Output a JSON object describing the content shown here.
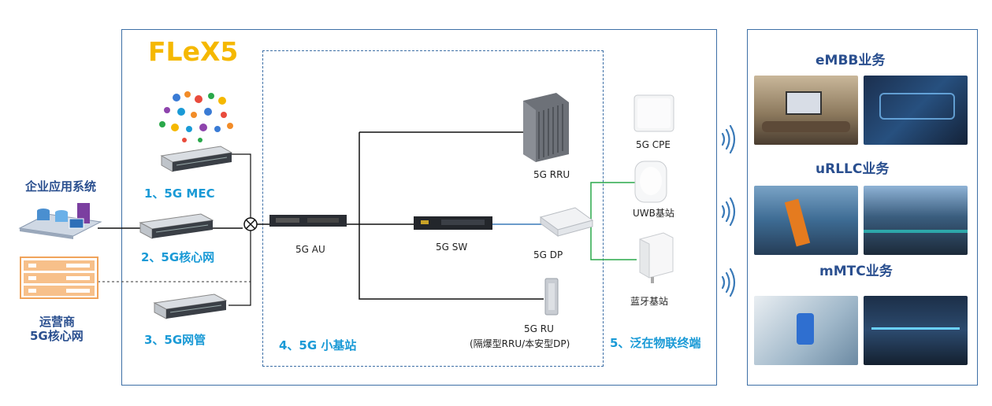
{
  "title": "FLeX5",
  "left": {
    "enterprise": "企业应用系统",
    "operator_line1": "运营商",
    "operator_line2": "5G核心网"
  },
  "servers": {
    "mec": "1、5G MEC",
    "core": "2、5G核心网",
    "nms": "3、5G网管"
  },
  "small_cell": {
    "section": "4、5G 小基站",
    "au": "5G AU",
    "sw": "5G SW",
    "rru": "5G RRU",
    "dp": "5G DP",
    "ru_line1": "5G RU",
    "ru_line2": "(隔爆型RRU/本安型DP)"
  },
  "iot": {
    "section": "5、泛在物联终端",
    "cpe": "5G CPE",
    "uwb": "UWB基站",
    "bt": "蓝牙基站"
  },
  "services": [
    {
      "title": "eMBB业务"
    },
    {
      "title": "uRLLC业务"
    },
    {
      "title": "mMTC业务"
    }
  ],
  "colors": {
    "accent_blue": "#1a9ad6",
    "title_orange": "#f5b800",
    "frame": "#3d6fa6",
    "green_link": "#2aa84a"
  }
}
